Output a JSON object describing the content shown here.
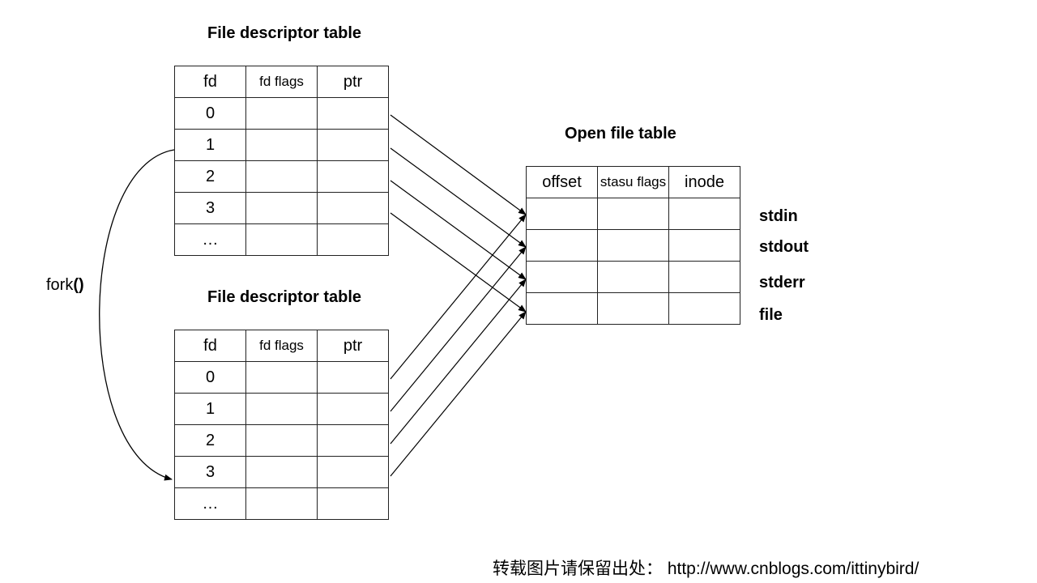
{
  "table1": {
    "title": "File descriptor table",
    "headers": [
      "fd",
      "fd flags",
      "ptr"
    ],
    "rows": [
      "0",
      "1",
      "2",
      "3",
      "…"
    ]
  },
  "table2": {
    "title": "File descriptor table",
    "headers": [
      "fd",
      "fd flags",
      "ptr"
    ],
    "rows": [
      "0",
      "1",
      "2",
      "3",
      "…"
    ]
  },
  "open_file_table": {
    "title": "Open file table",
    "headers": [
      "offset",
      "stasu flags",
      "inode"
    ],
    "row_labels": [
      "stdin",
      "stdout",
      "stderr",
      "file"
    ]
  },
  "fork": {
    "name": "fork",
    "parens": "()"
  },
  "footer": "转载图片请保留出处： http://www.cnblogs.com/ittinybird/"
}
